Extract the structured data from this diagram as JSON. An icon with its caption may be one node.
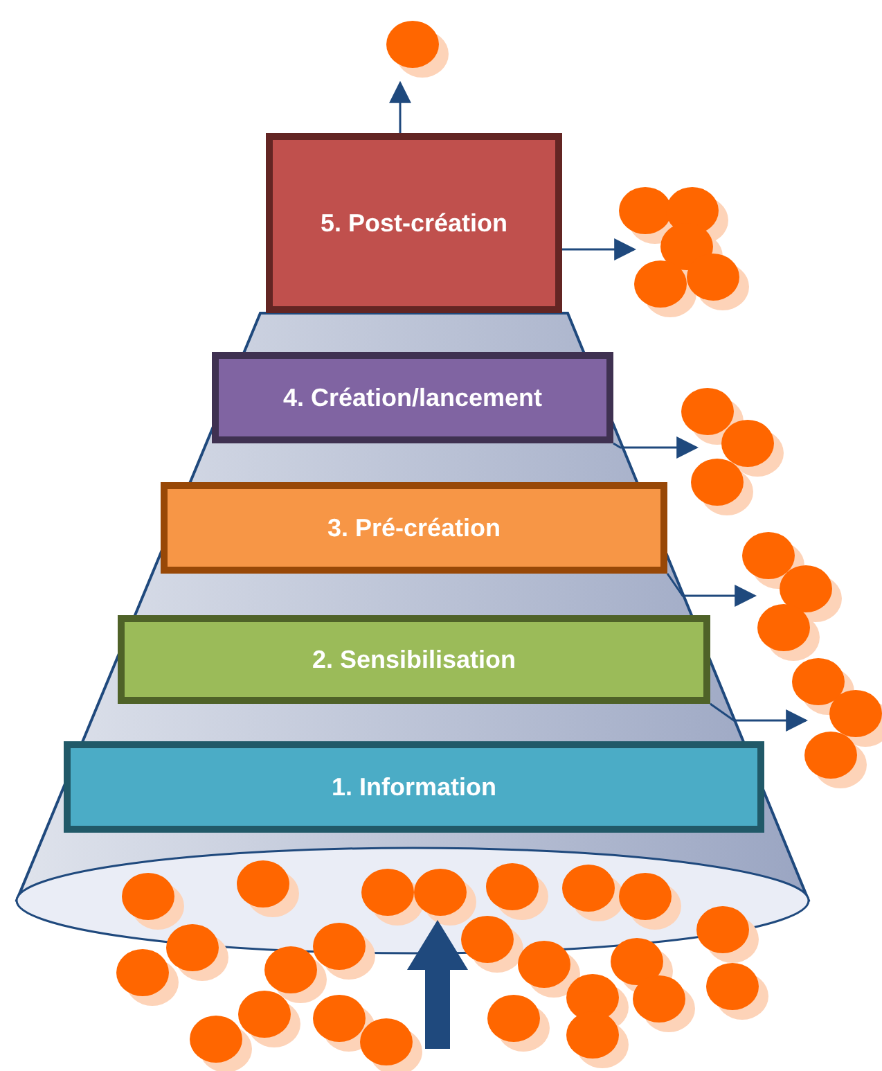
{
  "diagram": {
    "nodes": [
      {
        "text": [
          "5. Post-création"
        ]
      },
      {
        "text": [
          "4. Création/lancement"
        ]
      },
      {
        "text": [
          "3. Pré-création"
        ]
      },
      {
        "text": [
          "2. Sensibilisation"
        ]
      },
      {
        "text": [
          "1. Information"
        ]
      }
    ],
    "edges": [
      {
        "from": 0,
        "to": null,
        "arrow": "to"
      },
      {
        "from": 0,
        "to": null,
        "arrow": "to"
      },
      {
        "from": 1,
        "to": null,
        "arrow": "to"
      },
      {
        "from": 2,
        "to": null,
        "arrow": "to"
      },
      {
        "from": 3,
        "to": null,
        "arrow": "to"
      }
    ]
  }
}
